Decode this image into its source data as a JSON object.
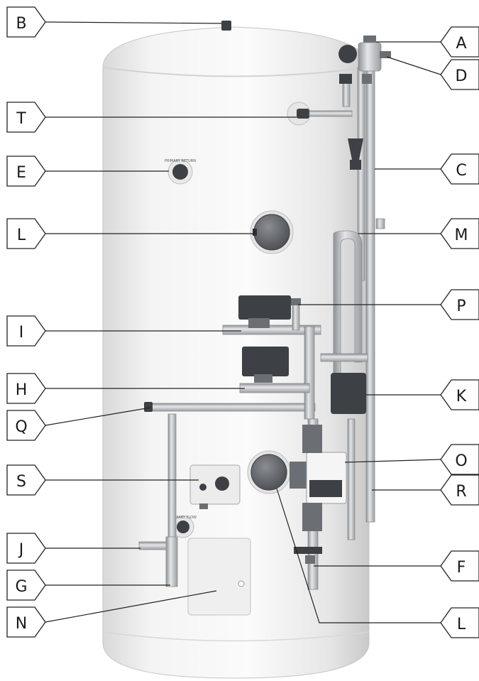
{
  "labels": {
    "A": "A",
    "B": "B",
    "C": "C",
    "D": "D",
    "E": "E",
    "F": "F",
    "G": "G",
    "H": "H",
    "I": "I",
    "J": "J",
    "K": "K",
    "L": "L",
    "L2": "L",
    "M": "M",
    "N": "N",
    "O": "O",
    "P": "P",
    "Q": "Q",
    "R": "R",
    "S": "S",
    "T": "T"
  },
  "boss_text": {
    "primary_return": "PRIMARY RETURN",
    "primary_flow": "PRIMARY FLOW"
  },
  "colors": {
    "cylinder": "#f2f2f2",
    "pipe": "#b8bbbe",
    "component_dark": "#3d4044",
    "tag_stroke": "#222222"
  }
}
